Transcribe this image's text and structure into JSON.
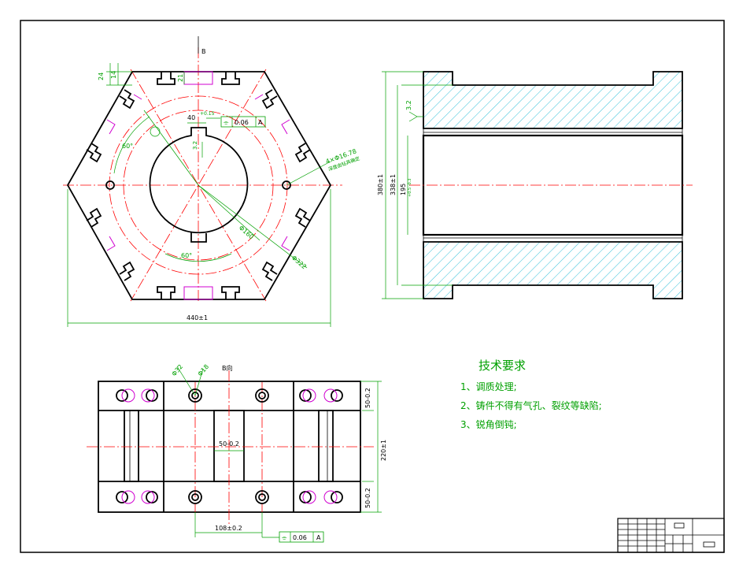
{
  "view_labels": {
    "b_arrow": "B",
    "b_view": "B向"
  },
  "top_view": {
    "dims": {
      "d24": "24",
      "d14": "14",
      "d21": "21",
      "d40": "40",
      "d40_tol": "+0.15",
      "d3_2": "3.2",
      "angle_top": "60°",
      "angle_bottom": "60°",
      "holes": "4×Φ16.78",
      "holes_depth": "深度由钻具确定",
      "dia160": "Φ160",
      "dia322": "Φ322",
      "width": "440±1"
    },
    "tolerance_frame": {
      "symbol": "⌯",
      "value": "0.06",
      "datum": "A"
    }
  },
  "side_view": {
    "dims": {
      "overall": "380±1",
      "inner": "338±1",
      "bore": "195",
      "bore_tol": "+0.5 -0.3",
      "roughness": "3.2"
    }
  },
  "bottom_view": {
    "dims": {
      "d32": "Φ32",
      "d18": "Φ18",
      "center50": "50-0.2",
      "top50": "50-0.2",
      "bot50": "50-0.2",
      "height220": "220±1",
      "spacing": "108±0.2"
    },
    "tolerance_frame": {
      "symbol": "⌯",
      "value": "0.06",
      "datum": "A"
    }
  },
  "tech_requirements": {
    "title": "技术要求",
    "items": [
      "1、调质处理;",
      "2、铸件不得有气孔、裂纹等缺陷;",
      "3、锐角倒钝;"
    ]
  },
  "colors": {
    "centerline": "#ff0000",
    "dimension": "#00a000",
    "hidden": "#d000d0",
    "hatch": "#00b0d0"
  }
}
